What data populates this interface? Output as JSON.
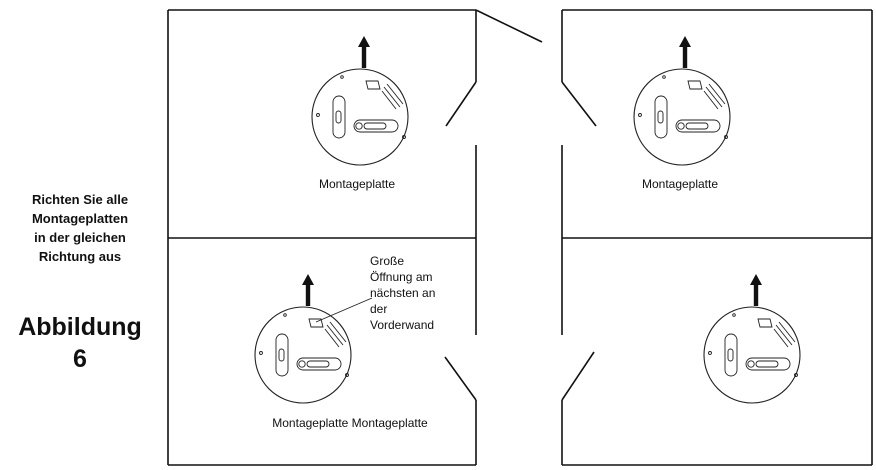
{
  "side_panel": {
    "instruction_lines": [
      "Richten Sie alle",
      "Montageplatten",
      "in der gleichen",
      "Richtung aus"
    ],
    "figure_title": "Abbildung",
    "figure_number": "6"
  },
  "rooms": {
    "top_left": {
      "label": "Montageplatte"
    },
    "top_right": {
      "label": "Montageplatte"
    },
    "bottom_left": {
      "label": "Montageplatte Montageplatte"
    },
    "bottom_right": {
      "label": ""
    }
  },
  "callout": {
    "lines": [
      "Große",
      "Öffnung am",
      "nächsten an",
      "der",
      "Vorderwand"
    ]
  }
}
